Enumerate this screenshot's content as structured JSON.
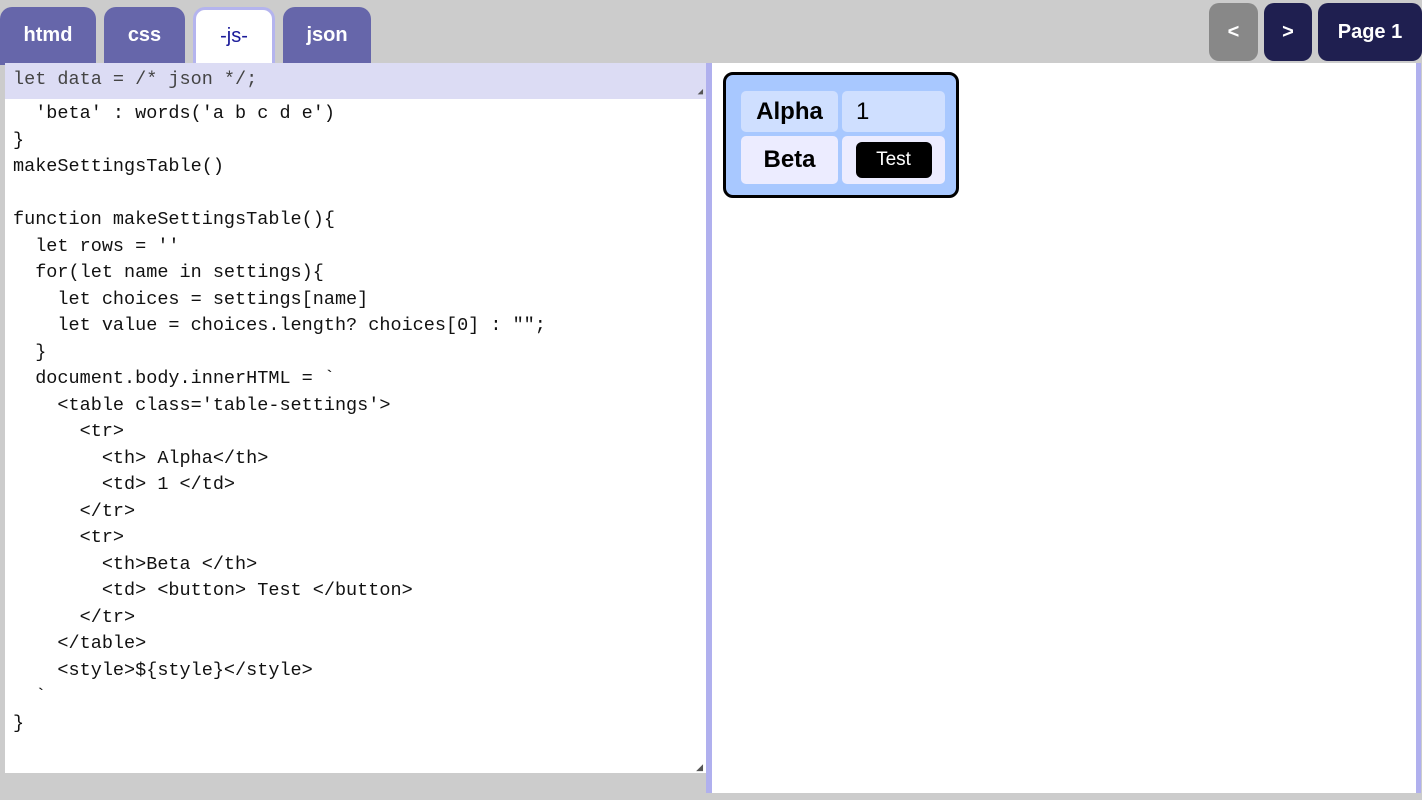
{
  "tabs": [
    {
      "label": "htmd"
    },
    {
      "label": "css"
    },
    {
      "label": "-js-",
      "active": true
    },
    {
      "label": "json"
    }
  ],
  "nav": {
    "prev": "<",
    "next": ">",
    "page": "Page 1"
  },
  "editor": {
    "header_line": "let data = /* json */;",
    "code": "  'beta' : words('a b c d e')\n}\nmakeSettingsTable()\n\nfunction makeSettingsTable(){\n  let rows = ''\n  for(let name in settings){\n    let choices = settings[name]\n    let value = choices.length? choices[0] : \"\";\n  }\n  document.body.innerHTML = `\n    <table class='table-settings'>\n      <tr>\n        <th> Alpha</th>\n        <td> 1 </td>\n      </tr>\n      <tr>\n        <th>Beta </th>\n        <td> <button> Test </button>\n      </tr>\n    </table>\n    <style>${style}</style>\n  `\n}"
  },
  "preview": {
    "rows": [
      {
        "header": "Alpha",
        "value": "1"
      },
      {
        "header": "Beta",
        "button": "Test"
      }
    ]
  },
  "colors": {
    "tab": "#6666aa",
    "nav_dark": "#1f1f50",
    "nav_disabled": "#888888",
    "table_bg": "#a8c8ff"
  }
}
